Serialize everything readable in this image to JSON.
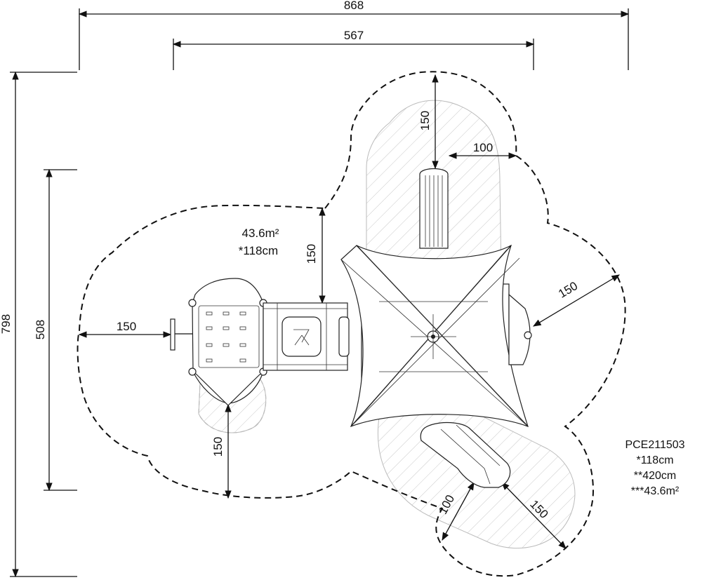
{
  "dimensions": {
    "overall_width": "868",
    "inner_width": "567",
    "overall_length": "798",
    "inner_length": "508",
    "top_clearance": "150",
    "top_side_clearance": "100",
    "left_upper_clearance": "150",
    "left_clearance": "150",
    "left_lower_clearance": "150",
    "right_clearance": "150",
    "slide_side_clearance": "100",
    "slide_end_clearance": "150"
  },
  "area_note": {
    "area": "43.6m²",
    "height": "*118cm"
  },
  "legend": {
    "code": "PCE211503",
    "fall_height": "*118cm",
    "max_height": "**420cm",
    "safety_area": "***43.6m²"
  }
}
